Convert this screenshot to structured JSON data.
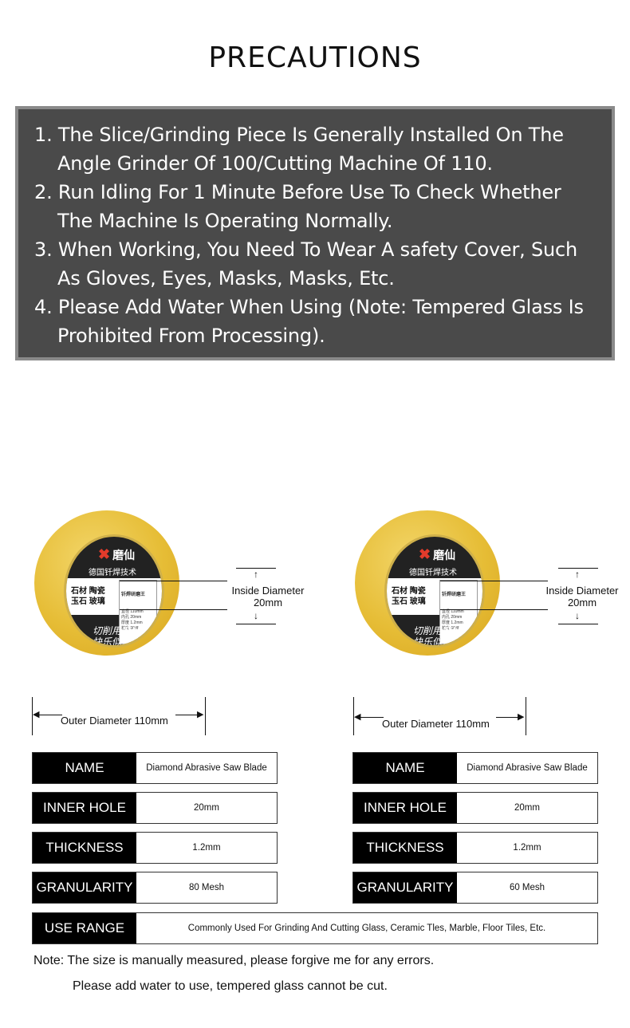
{
  "page": {
    "title": "PRECAUTIONS"
  },
  "precautions": [
    "1. The Slice/Grinding Piece Is Generally Installed On The Angle Grinder Of 100/Cutting Machine Of 110.",
    "2. Run Idling For 1 Minute Before Use To Check Whether The Machine Is Operating Normally.",
    "3. When Working, You Need To Wear A safety Cover, Such As Gloves, Eyes, Masks, Masks, Etc.",
    "4. Please Add Water When Using (Note: Tempered Glass Is Prohibited From Processing)."
  ],
  "blades": [
    {
      "brand": "磨仙",
      "brand_sub": "德国钎焊技术",
      "band_left": "石材 陶瓷\n玉石 玻璃",
      "band_spec_title": "钎焊研磨王",
      "band_spec": "直径 110mm\n内孔 20mm\n厚度 1.2mm\n粒度 80目",
      "script_line1": "切削用磨仙",
      "script_line2": "快乐似神山",
      "inside_label": "Inside Diameter",
      "inside_value": "20mm",
      "outer_label": "Outer Diameter 110mm",
      "specs": [
        {
          "key": "NAME",
          "value": "Diamond Abrasive Saw Blade"
        },
        {
          "key": "INNER HOLE",
          "value": "20mm"
        },
        {
          "key": "THICKNESS",
          "value": "1.2mm"
        },
        {
          "key": "GRANULARITY",
          "value": "80 Mesh"
        }
      ]
    },
    {
      "brand": "磨仙",
      "brand_sub": "德国钎焊技术",
      "band_left": "石材 陶瓷\n玉石 玻璃",
      "band_spec_title": "钎焊研磨王",
      "band_spec": "直径 110mm\n内孔 20mm\n厚度 1.2mm\n粒度 60目",
      "script_line1": "切削用磨仙",
      "script_line2": "快乐似神山",
      "inside_label": "Inside Diameter",
      "inside_value": "20mm",
      "outer_label": "Outer Diameter 110mm",
      "specs": [
        {
          "key": "NAME",
          "value": "Diamond Abrasive Saw Blade"
        },
        {
          "key": "INNER HOLE",
          "value": "20mm"
        },
        {
          "key": "THICKNESS",
          "value": "1.2mm"
        },
        {
          "key": "GRANULARITY",
          "value": "60 Mesh"
        }
      ]
    }
  ],
  "use_range": {
    "key": "USE RANGE",
    "value": "Commonly Used For Grinding And Cutting Glass, Ceramic Tles, Marble, Floor Tiles, Etc."
  },
  "notes": {
    "line1": "Note: The size is manually measured, please forgive me for any errors.",
    "line2": "Please add water to use, tempered glass cannot be cut."
  },
  "colors": {
    "panel_bg": "#4a4a4a",
    "panel_border": "#8a8a8a",
    "blade_gold": "#e6bd36",
    "key_bg": "#000000"
  }
}
